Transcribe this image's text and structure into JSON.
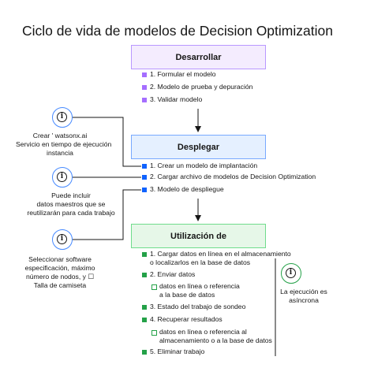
{
  "title": "Ciclo de vida de modelos de Decision Optimization",
  "stages": {
    "develop": {
      "label": "Desarrollar",
      "steps": [
        "1. Formular el modelo",
        "2. Modelo de prueba y depuración",
        "3. Validar modelo"
      ]
    },
    "deploy": {
      "label": "Desplegar",
      "steps": [
        "1. Crear un modelo de implantación",
        "2. Cargar archivo de modelos de Decision Optimization",
        "3. Modelo de despliegue"
      ]
    },
    "use": {
      "label": "Utilización de",
      "steps": [
        "1. Cargar datos en línea en el almacenamiento",
        "o localizarlos en la base de datos",
        "2. Enviar datos",
        "datos en línea o referencia",
        "a la base de datos",
        "3. Estado del trabajo de sondeo",
        "4. Recuperar resultados",
        "datos en línea o referencia al",
        "almacenamiento o a la base de datos",
        "5. Eliminar trabajo"
      ]
    }
  },
  "notes": {
    "create": [
      "Crear ' watsonx.ai",
      "Servicio en tiempo de ejecución",
      "instancia"
    ],
    "master": [
      "Puede incluir",
      "datos maestros que se",
      "reutilizarán para cada trabajo"
    ],
    "software": [
      "Seleccionar software",
      "especificación, máximo",
      "número de nodos, y ☐",
      "Talla de camiseta"
    ],
    "async": [
      "La ejecución es",
      "asíncrona"
    ]
  },
  "icon_glyph": "i",
  "colors": {
    "develop_fill": "#f4ecfe",
    "develop_border": "#b998ff",
    "develop_bullet": "#a56eff",
    "deploy_fill": "#e5f0ff",
    "deploy_border": "#78a9ff",
    "deploy_bullet": "#0f62fe",
    "use_fill": "#e6f7e8",
    "use_border": "#6fdc8c",
    "use_bullet": "#24a148",
    "info_blue": "#4589ff",
    "info_green": "#24a148"
  },
  "icons": [
    "info-icon",
    "arrow-down-icon",
    "square-bullet-icon"
  ]
}
